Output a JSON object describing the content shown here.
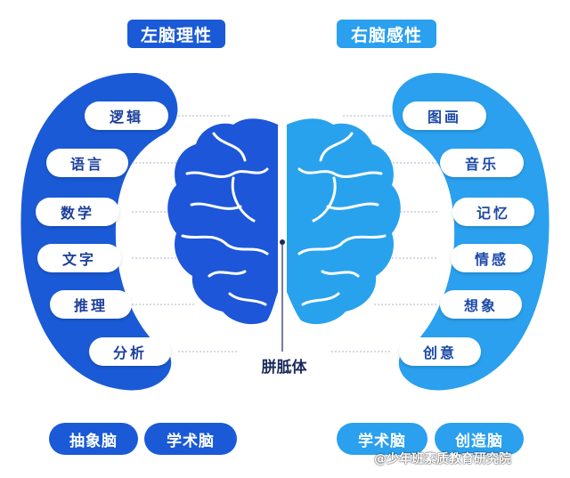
{
  "titles": {
    "left": "左脑理性",
    "right": "右脑感性"
  },
  "left_items": [
    "逻辑",
    "语言",
    "数学",
    "文字",
    "推理",
    "分析"
  ],
  "right_items": [
    "图画",
    "音乐",
    "记忆",
    "情感",
    "想象",
    "创意"
  ],
  "center_label": "胼胝体",
  "bottom_left": [
    "抽象脑",
    "学术脑"
  ],
  "bottom_right": [
    "学术脑",
    "创造脑"
  ],
  "watermark": "@少年班素质教育研究院",
  "colors": {
    "left_blue": "#1a5ad6",
    "right_blue": "#2aa0ee",
    "brain_left": "#1d56d8",
    "brain_right": "#29a2ee",
    "text_dark": "#1b3f9a"
  }
}
